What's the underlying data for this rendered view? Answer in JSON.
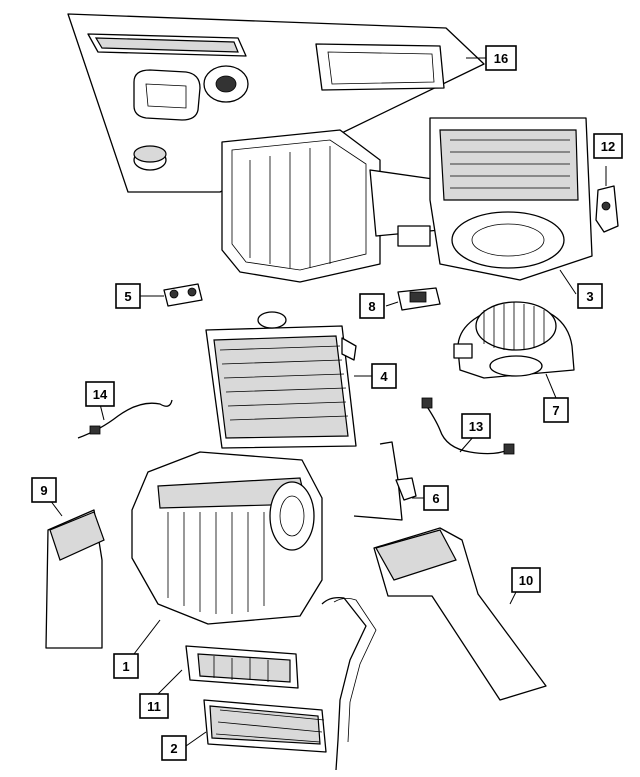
{
  "callouts": [
    {
      "id": "c1",
      "label": "1"
    },
    {
      "id": "c2",
      "label": "2"
    },
    {
      "id": "c3",
      "label": "3"
    },
    {
      "id": "c4",
      "label": "4"
    },
    {
      "id": "c5",
      "label": "5"
    },
    {
      "id": "c6",
      "label": "6"
    },
    {
      "id": "c7",
      "label": "7"
    },
    {
      "id": "c8",
      "label": "8"
    },
    {
      "id": "c9",
      "label": "9"
    },
    {
      "id": "c10",
      "label": "10"
    },
    {
      "id": "c11",
      "label": "11"
    },
    {
      "id": "c12",
      "label": "12"
    },
    {
      "id": "c13",
      "label": "13"
    },
    {
      "id": "c14",
      "label": "14"
    },
    {
      "id": "c16",
      "label": "16"
    }
  ]
}
